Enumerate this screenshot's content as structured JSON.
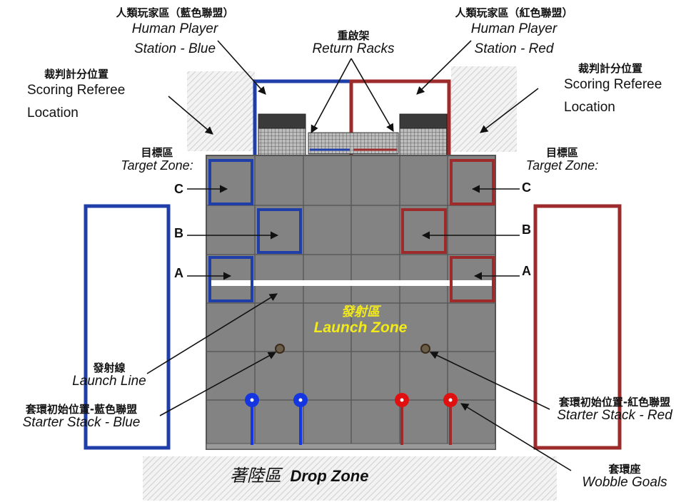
{
  "labels": {
    "hp_blue_zh": "人類玩家區（藍色聯盟）",
    "hp_blue_en1": "Human Player",
    "hp_blue_en2": "Station - Blue",
    "hp_red_zh": "人類玩家區（紅色聯盟）",
    "hp_red_en1": "Human Player",
    "hp_red_en2": "Station - Red",
    "return_zh": "重啟架",
    "return_en": "Return Racks",
    "ref_left_zh": "裁判計分位置",
    "ref_left_en1": "Scoring Referee",
    "ref_left_en2": "Location",
    "ref_right_zh": "裁判計分位置",
    "ref_right_en1": "Scoring Referee",
    "ref_right_en2": "Location",
    "target_left_zh": "目標區",
    "target_left_en": "Target Zone:",
    "target_right_zh": "目標區",
    "target_right_en": "Target Zone:",
    "zone_c": "C",
    "zone_b": "B",
    "zone_a": "A",
    "launch_zh": "發射區",
    "launch_en": "Launch Zone",
    "launch_line_zh": "發射線",
    "launch_line_en": "Launch Line",
    "starter_blue_zh": "套環初始位置-藍色聯盟",
    "starter_blue_en": "Starter Stack - Blue",
    "starter_red_zh": "套環初始位置-紅色聯盟",
    "starter_red_en": "Starter Stack - Red",
    "drop_zh": "著陸區",
    "drop_en": "Drop Zone",
    "wobble_zh": "套環座",
    "wobble_en": "Wobble Goals"
  },
  "colors": {
    "blue": "#1f3ea8",
    "red": "#9e2b2b",
    "field": "#838383",
    "launch_text": "#f2ea1a",
    "goal_blue": "#1535e0",
    "goal_red": "#e01010"
  }
}
